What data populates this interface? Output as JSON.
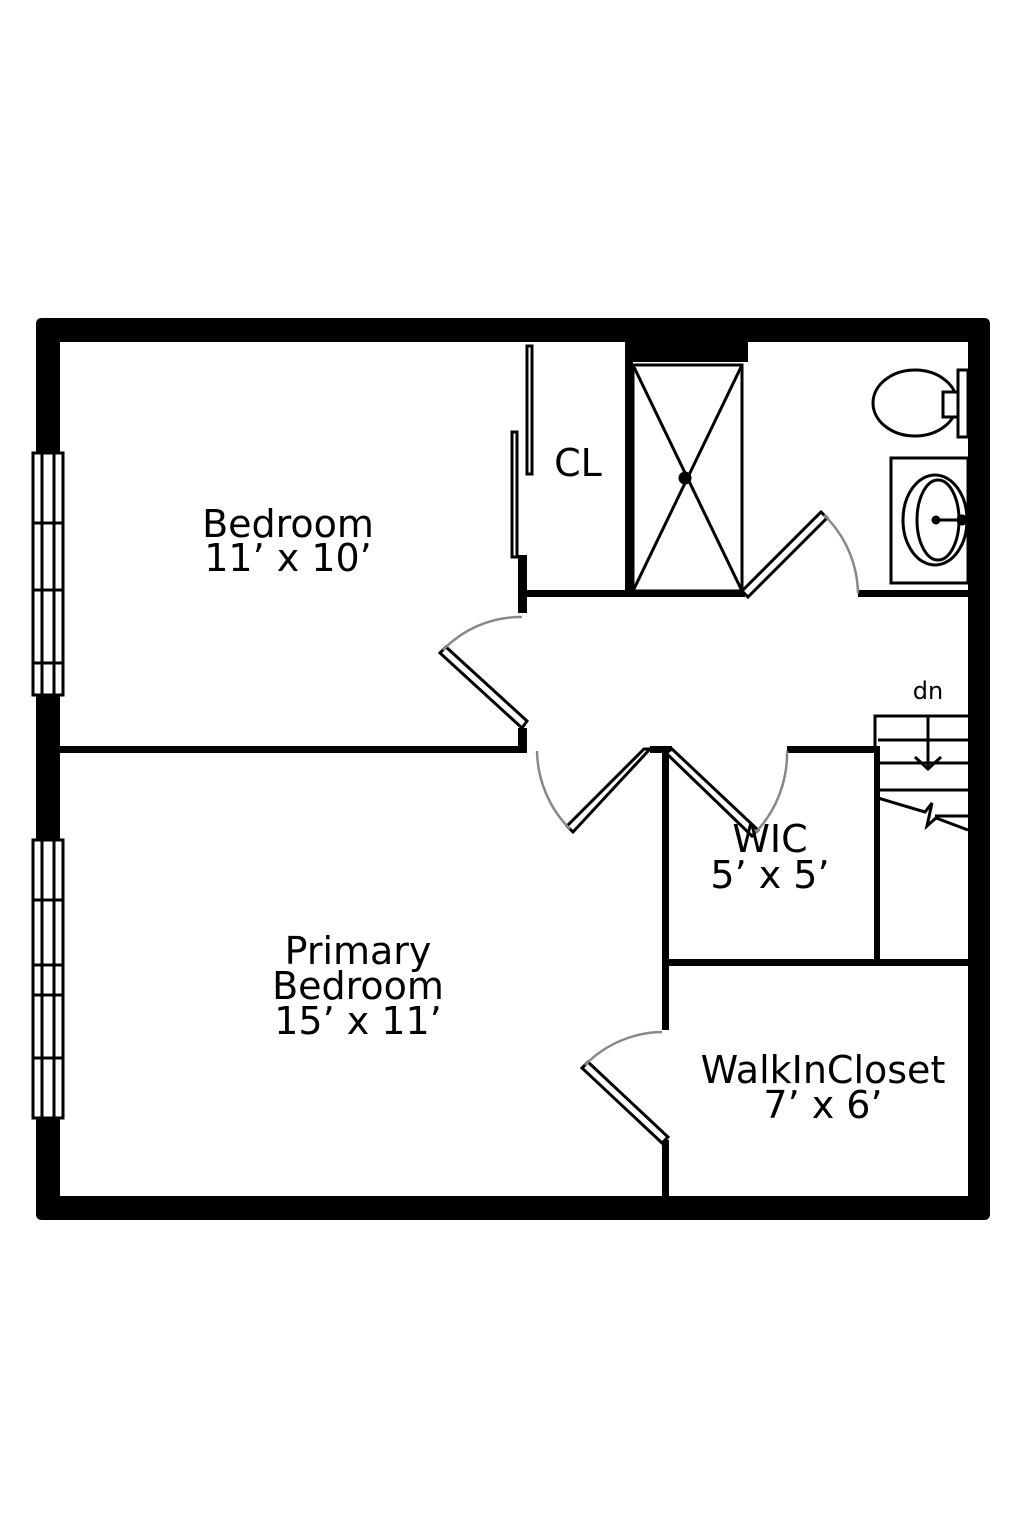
{
  "plan": {
    "rooms": [
      {
        "name": "Bedroom",
        "size": "11’ x 10’"
      },
      {
        "name": "CL"
      },
      {
        "name": "Primary",
        "name2": "Bedroom",
        "size": "15’ x 11’"
      },
      {
        "name": "WIC",
        "size": "5’ x 5’"
      },
      {
        "name": "WalkInCloset",
        "size": "7’ x 6’"
      }
    ],
    "stairs_label": "dn"
  },
  "colors": {
    "wall": "#000000",
    "door_arc": "#888888",
    "background": "#ffffff"
  }
}
